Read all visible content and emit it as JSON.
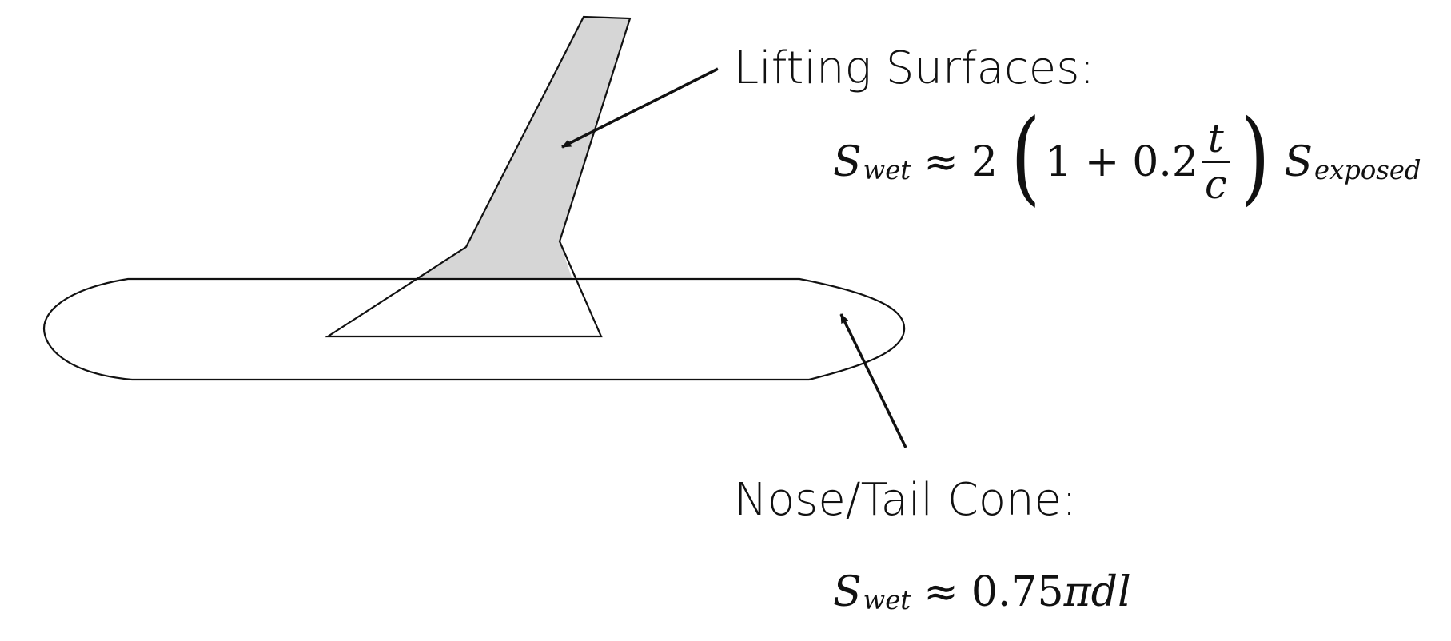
{
  "labels": {
    "lifting": "Lifting Surfaces:",
    "nose_tail": "Nose/Tail Cone:"
  },
  "formula_lifting": {
    "S": "S",
    "wet": "wet",
    "approx": "≈",
    "two": "2",
    "open": "(",
    "one": "1",
    "plus": "+",
    "coef": "0.2",
    "t": "t",
    "c": "c",
    "close": ")",
    "exposed": "exposed"
  },
  "formula_nose": {
    "S": "S",
    "wet": "wet",
    "approx": "≈",
    "value": "0.75",
    "pi": "π",
    "dl": "dl"
  },
  "colors": {
    "stroke": "#111111",
    "wing_fill": "#d6d6d6",
    "background": "#ffffff"
  }
}
